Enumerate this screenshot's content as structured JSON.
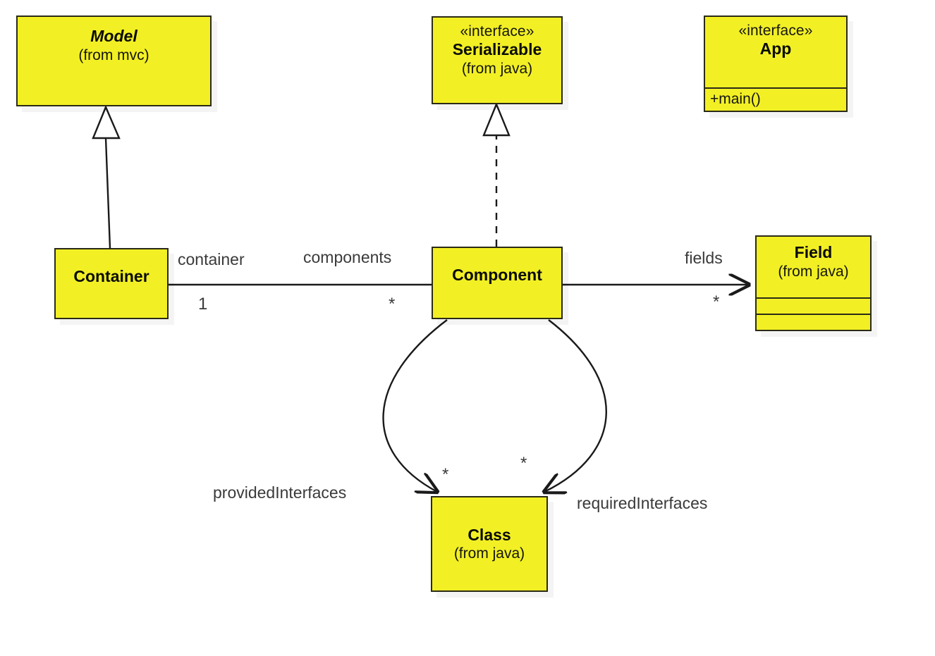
{
  "diagram": {
    "title": "Component model UML class diagram",
    "palette": {
      "node_fill": "#f2f024",
      "node_stroke": "#2b2a17",
      "edge_stroke": "#1a1a1a",
      "label_text": "#3a3a3a",
      "canvas": "#ffffff"
    },
    "classes": [
      {
        "id": "model",
        "stereotype": "",
        "name": "Model",
        "package": "(from mvc)",
        "abstract": true,
        "compartments": []
      },
      {
        "id": "serializable",
        "stereotype": "«interface»",
        "name": "Serializable",
        "package": "(from java)",
        "abstract": false,
        "compartments": []
      },
      {
        "id": "app",
        "stereotype": "«interface»",
        "name": "App",
        "package": "",
        "abstract": false,
        "compartments": [
          "+main()"
        ]
      },
      {
        "id": "container",
        "stereotype": "",
        "name": "Container",
        "package": "",
        "abstract": false,
        "compartments": []
      },
      {
        "id": "component",
        "stereotype": "",
        "name": "Component",
        "package": "",
        "abstract": false,
        "compartments": []
      },
      {
        "id": "field",
        "stereotype": "",
        "name": "Field",
        "package": "(from java)",
        "abstract": false,
        "compartments": [
          "",
          ""
        ]
      },
      {
        "id": "class",
        "stereotype": "",
        "name": "Class",
        "package": "(from java)",
        "abstract": false,
        "compartments": []
      }
    ],
    "relationships": [
      {
        "id": "container-model",
        "type": "generalization",
        "from": "container",
        "to": "model",
        "style": "solid",
        "arrow": "hollow-triangle",
        "label": ""
      },
      {
        "id": "component-serializable",
        "type": "realization",
        "from": "component",
        "to": "serializable",
        "style": "dashed",
        "arrow": "hollow-triangle",
        "label": ""
      },
      {
        "id": "container-component",
        "type": "association",
        "from": "container",
        "to": "component",
        "style": "solid",
        "arrow": "none",
        "source_role": "container",
        "source_multiplicity": "1",
        "target_role": "components",
        "target_multiplicity": "*"
      },
      {
        "id": "component-field",
        "type": "association",
        "from": "component",
        "to": "field",
        "style": "solid",
        "arrow": "open",
        "target_role": "fields",
        "target_multiplicity": "*"
      },
      {
        "id": "component-class-provided",
        "type": "association",
        "from": "component",
        "to": "class",
        "style": "solid",
        "arrow": "open",
        "target_role": "providedInterfaces",
        "target_multiplicity": "*"
      },
      {
        "id": "component-class-required",
        "type": "association",
        "from": "component",
        "to": "class",
        "style": "solid",
        "arrow": "open",
        "target_role": "requiredInterfaces",
        "target_multiplicity": "*"
      }
    ],
    "edge_labels": {
      "container_role": "container",
      "container_mult": "1",
      "components_role": "components",
      "components_mult": "*",
      "fields_role": "fields",
      "fields_mult": "*",
      "provided_role": "providedInterfaces",
      "provided_mult": "*",
      "required_role": "requiredInterfaces",
      "required_mult": "*"
    }
  }
}
